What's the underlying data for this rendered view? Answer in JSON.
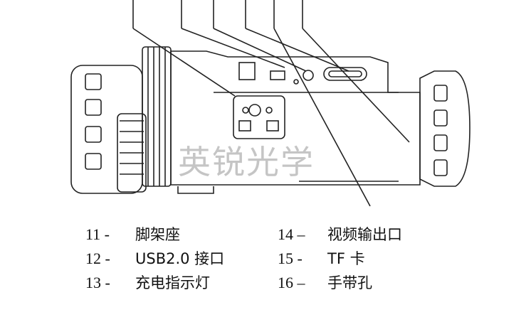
{
  "watermark": "英锐光学",
  "legend": [
    {
      "num": "11 -",
      "label": "脚架座"
    },
    {
      "num": "12 -",
      "label": "USB2.0 接口"
    },
    {
      "num": "13 -",
      "label": "充电指示灯"
    },
    {
      "num": "14 –",
      "label": "视频输出口"
    },
    {
      "num": "15 -",
      "label": " TF 卡"
    },
    {
      "num": "16 –",
      "label": "手带孔"
    }
  ]
}
